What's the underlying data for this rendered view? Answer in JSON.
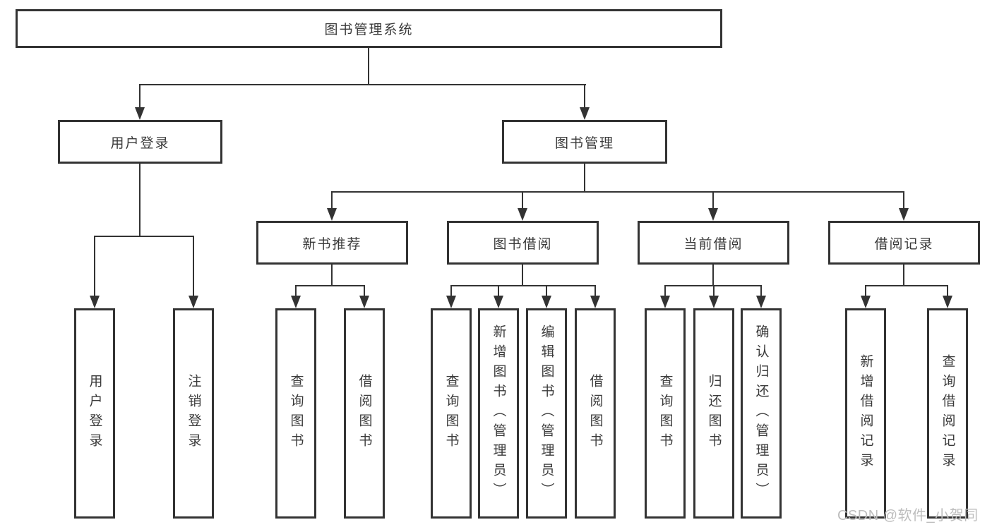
{
  "tree": {
    "root": {
      "label": "图书管理系统"
    },
    "branches": [
      {
        "label": "用户登录",
        "leaves": [
          "用户登录",
          "注销登录"
        ]
      },
      {
        "label": "图书管理",
        "groups": [
          {
            "label": "新书推荐",
            "leaves": [
              "查询图书",
              "借阅图书"
            ]
          },
          {
            "label": "图书借阅",
            "leaves": [
              "查询图书",
              "新增图书（管理员）",
              "编辑图书（管理员）",
              "借阅图书"
            ]
          },
          {
            "label": "当前借阅",
            "leaves": [
              "查询图书",
              "归还图书",
              "确认归还（管理员）"
            ]
          },
          {
            "label": "借阅记录",
            "leaves": [
              "新增借阅记录",
              "查询借阅记录"
            ]
          }
        ]
      }
    ]
  },
  "watermark": {
    "text": "CSDN @软件_小贺同学"
  },
  "colors": {
    "line": "#333333",
    "text": "#3a3a3a",
    "watermark": "#bdbdbd",
    "background": "#ffffff"
  }
}
